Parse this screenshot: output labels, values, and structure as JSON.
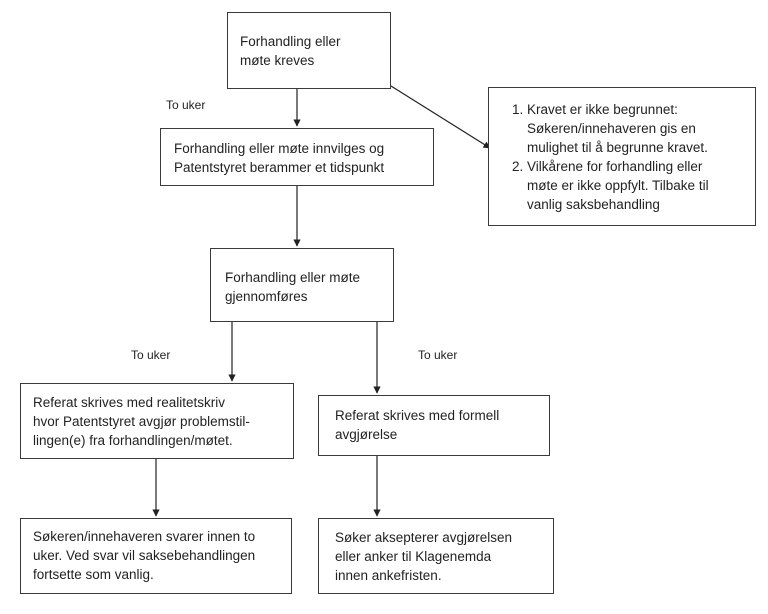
{
  "boxes": {
    "request": "Forhandling eller\nmøte kreves",
    "granted": "Forhandling eller møte innvilges og\nPatentstyret berammer et tidspunkt",
    "conducted": "Forhandling eller møte\ngjennomføres",
    "report_realitetsskriv": "Referat skrives med realitetskriv\nhvor Patentstyret avgjør problemstil-\nlingen(e) fra forhandlingen/møtet.",
    "report_formell": "Referat skrives med formell\navgjørelse",
    "applicant_reply": "Søkeren/innehaveren svarer innen to\nuker. Ved svar vil saksebehandlingen\nfortsette som vanlig.",
    "applicant_accept": "Søker aksepterer avgjørelsen\neller anker til Klagenemda\ninnen ankefristen."
  },
  "rejection_list": [
    "Kravet er ikke begrunnet:\nSøkeren/innehaveren gis en\nmulighet til å begrunne kravet.",
    "Vilkårene for forhandling eller\nmøte er ikke oppfylt. Tilbake til\nvanlig saksbehandling"
  ],
  "labels": {
    "two_weeks_top": "To uker",
    "two_weeks_left": "To uker",
    "two_weeks_right": "To uker"
  }
}
